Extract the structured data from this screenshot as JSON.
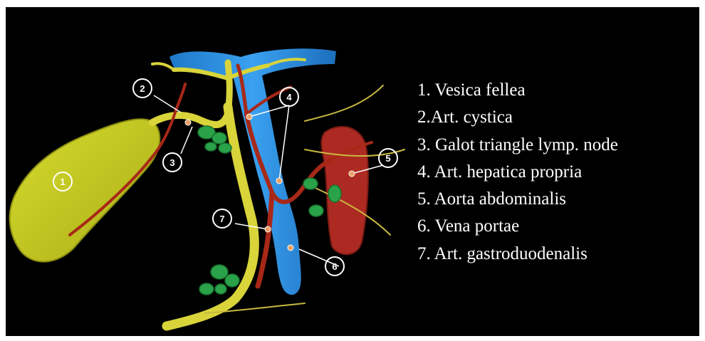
{
  "callouts": [
    "1",
    "2",
    "3",
    "4",
    "5",
    "6",
    "7"
  ],
  "legend": [
    "1. Vesica fellea",
    "2.Art. cystica",
    "3. Galot triangle lymp. node",
    "4. Art. hepatica propria",
    "5. Aorta abdominalis",
    "6. Vena portae",
    "7. Art. gastroduodenalis"
  ],
  "colors": {
    "background": "#000000",
    "gallbladder": "#c9cf1f",
    "bile_duct": "#d8d43a",
    "artery": "#a82818",
    "vein": "#2f8fe0",
    "aorta": "#b02a22",
    "lymph_node": "#2aa24a",
    "label_text": "#ffffff"
  }
}
